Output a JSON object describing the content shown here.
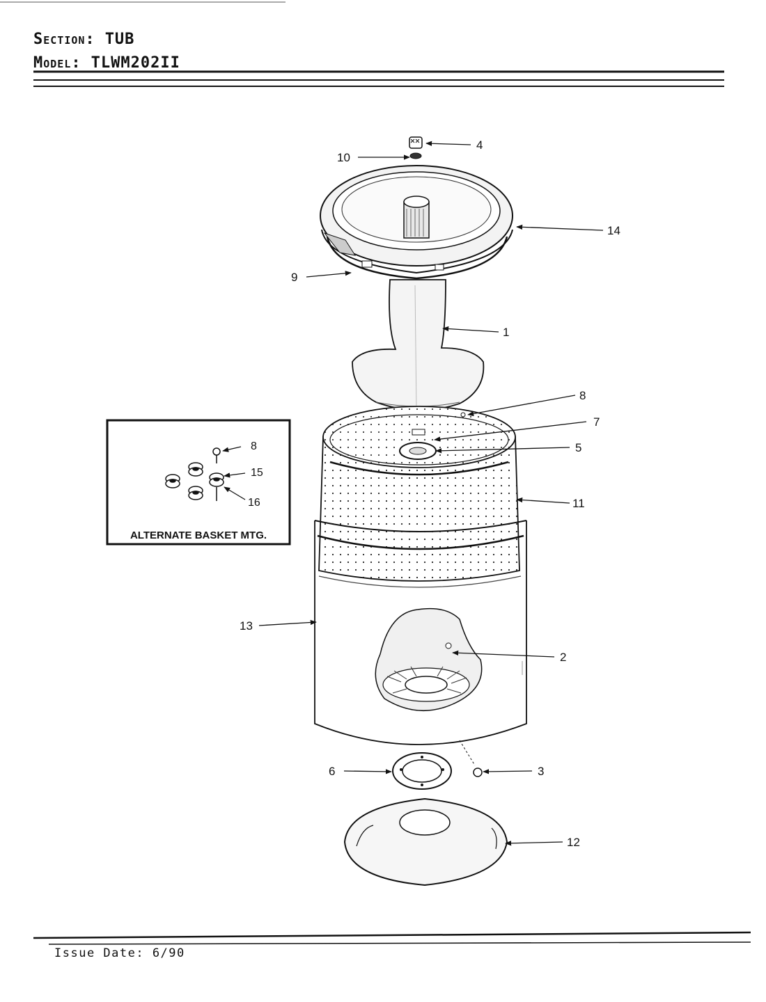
{
  "header": {
    "section_label": "Section:",
    "section_value": "TUB",
    "model_label": "Model:",
    "model_value": "TLWM202II"
  },
  "inset": {
    "caption": "ALTERNATE BASKET MTG.",
    "callouts": [
      "8",
      "15",
      "16"
    ]
  },
  "callouts": [
    "4",
    "10",
    "14",
    "9",
    "1",
    "8",
    "7",
    "5",
    "11",
    "13",
    "2",
    "6",
    "3",
    "12"
  ],
  "footer": {
    "issue_date": "Issue Date: 6/90"
  }
}
